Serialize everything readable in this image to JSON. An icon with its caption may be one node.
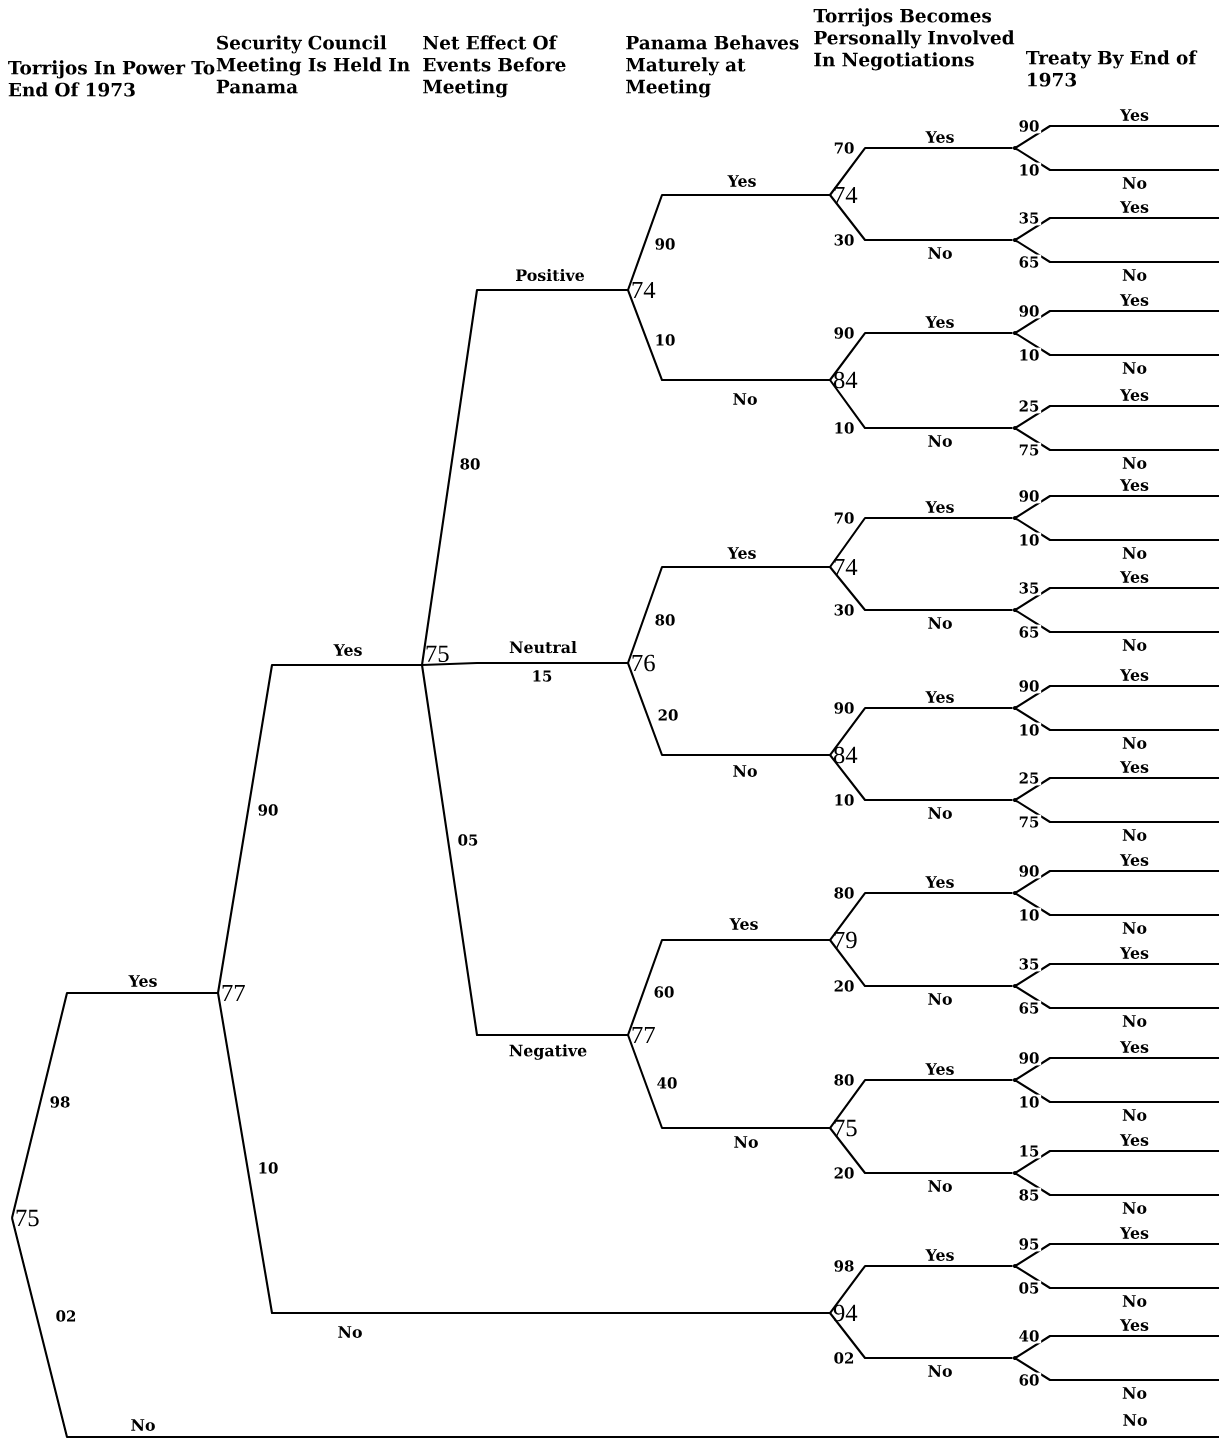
{
  "diagram": {
    "nodes": [
      {
        "text": [
          "75"
        ]
      },
      {
        "text": [
          "77"
        ]
      },
      {
        "text": [
          "75"
        ]
      },
      {
        "text": [
          "74"
        ]
      },
      {
        "text": [
          "76"
        ]
      },
      {
        "text": [
          "77"
        ]
      },
      {
        "text": [
          "74"
        ]
      },
      {
        "text": [
          "84"
        ]
      },
      {
        "text": [
          "74"
        ]
      },
      {
        "text": [
          "84"
        ]
      },
      {
        "text": [
          "79"
        ]
      },
      {
        "text": [
          "75"
        ]
      },
      {
        "text": [
          "94"
        ]
      },
      {
        "text": [],
        "shape": "point"
      },
      {
        "text": [],
        "shape": "point"
      },
      {
        "text": [],
        "shape": "point"
      },
      {
        "text": [],
        "shape": "point"
      },
      {
        "text": [],
        "shape": "point"
      },
      {
        "text": [],
        "shape": "point"
      },
      {
        "text": [],
        "shape": "point"
      },
      {
        "text": [],
        "shape": "point"
      },
      {
        "text": [],
        "shape": "point"
      },
      {
        "text": [],
        "shape": "point"
      },
      {
        "text": [],
        "shape": "point"
      },
      {
        "text": [],
        "shape": "point"
      },
      {
        "text": [],
        "shape": "point"
      },
      {
        "text": [],
        "shape": "point"
      }
    ],
    "edges": [
      {
        "from": 0,
        "to": 1,
        "arrow": "none",
        "label": "Yes"
      },
      {
        "from": 0,
        "to": null,
        "arrow": "none",
        "label": "No"
      },
      {
        "from": 1,
        "to": 2,
        "arrow": "none",
        "label": "Yes"
      },
      {
        "from": 1,
        "to": 12,
        "arrow": "none",
        "label": "No"
      },
      {
        "from": 2,
        "to": 3,
        "arrow": "none",
        "label": "Positive"
      },
      {
        "from": 2,
        "to": 4,
        "arrow": "none",
        "label": "Neutral"
      },
      {
        "from": 2,
        "to": 5,
        "arrow": "none",
        "label": "Negative"
      },
      {
        "from": 3,
        "to": 6,
        "arrow": "none",
        "label": "Yes"
      },
      {
        "from": 3,
        "to": 7,
        "arrow": "none",
        "label": "No"
      },
      {
        "from": 4,
        "to": 8,
        "arrow": "none",
        "label": "Yes"
      },
      {
        "from": 4,
        "to": 9,
        "arrow": "none",
        "label": "No"
      },
      {
        "from": 5,
        "to": 10,
        "arrow": "none",
        "label": "Yes"
      },
      {
        "from": 5,
        "to": 11,
        "arrow": "none",
        "label": "No"
      },
      {
        "from": 6,
        "to": 13,
        "arrow": "none",
        "label": "Yes"
      },
      {
        "from": 6,
        "to": 14,
        "arrow": "none",
        "label": "No"
      },
      {
        "from": 7,
        "to": 15,
        "arrow": "none",
        "label": "Yes"
      },
      {
        "from": 7,
        "to": 16,
        "arrow": "none",
        "label": "No"
      },
      {
        "from": 8,
        "to": 17,
        "arrow": "none",
        "label": "Yes"
      },
      {
        "from": 8,
        "to": 18,
        "arrow": "none",
        "label": "No"
      },
      {
        "from": 9,
        "to": 19,
        "arrow": "none",
        "label": "Yes"
      },
      {
        "from": 9,
        "to": 20,
        "arrow": "none",
        "label": "No"
      },
      {
        "from": 10,
        "to": 21,
        "arrow": "none",
        "label": "Yes"
      },
      {
        "from": 10,
        "to": 22,
        "arrow": "none",
        "label": "No"
      },
      {
        "from": 11,
        "to": 23,
        "arrow": "none",
        "label": "Yes"
      },
      {
        "from": 11,
        "to": 24,
        "arrow": "none",
        "label": "No"
      },
      {
        "from": 12,
        "to": 25,
        "arrow": "none",
        "label": "Yes"
      },
      {
        "from": 12,
        "to": 26,
        "arrow": "none",
        "label": "No"
      },
      {
        "from": 13,
        "to": null,
        "arrow": "none",
        "label": "Yes"
      },
      {
        "from": 13,
        "to": null,
        "arrow": "none",
        "label": "No"
      },
      {
        "from": 14,
        "to": null,
        "arrow": "none",
        "label": "Yes"
      },
      {
        "from": 14,
        "to": null,
        "arrow": "none",
        "label": "No"
      },
      {
        "from": 15,
        "to": null,
        "arrow": "none",
        "label": "Yes"
      },
      {
        "from": 15,
        "to": null,
        "arrow": "none",
        "label": "No"
      },
      {
        "from": 16,
        "to": null,
        "arrow": "none",
        "label": "Yes"
      },
      {
        "from": 16,
        "to": null,
        "arrow": "none",
        "label": "No"
      },
      {
        "from": 17,
        "to": null,
        "arrow": "none",
        "label": "Yes"
      },
      {
        "from": 17,
        "to": null,
        "arrow": "none",
        "label": "No"
      },
      {
        "from": 18,
        "to": null,
        "arrow": "none",
        "label": "Yes"
      },
      {
        "from": 18,
        "to": null,
        "arrow": "none",
        "label": "No"
      },
      {
        "from": 19,
        "to": null,
        "arrow": "none",
        "label": "Yes"
      },
      {
        "from": 19,
        "to": null,
        "arrow": "none",
        "label": "No"
      },
      {
        "from": 20,
        "to": null,
        "arrow": "none",
        "label": "Yes"
      },
      {
        "from": 20,
        "to": null,
        "arrow": "none",
        "label": "No"
      },
      {
        "from": 21,
        "to": null,
        "arrow": "none",
        "label": "Yes"
      },
      {
        "from": 21,
        "to": null,
        "arrow": "none",
        "label": "No"
      },
      {
        "from": 22,
        "to": null,
        "arrow": "none",
        "label": "Yes"
      },
      {
        "from": 22,
        "to": null,
        "arrow": "none",
        "label": "No"
      },
      {
        "from": 23,
        "to": null,
        "arrow": "none",
        "label": "Yes"
      },
      {
        "from": 23,
        "to": null,
        "arrow": "none",
        "label": "No"
      },
      {
        "from": 24,
        "to": null,
        "arrow": "none",
        "label": "Yes"
      },
      {
        "from": 24,
        "to": null,
        "arrow": "none",
        "label": "No"
      },
      {
        "from": 25,
        "to": null,
        "arrow": "none",
        "label": "Yes"
      },
      {
        "from": 25,
        "to": null,
        "arrow": "none",
        "label": "No"
      },
      {
        "from": 26,
        "to": null,
        "arrow": "none",
        "label": "Yes"
      },
      {
        "from": 26,
        "to": null,
        "arrow": "none",
        "label": "No"
      }
    ],
    "labels": [
      "Torrijos In Power To End Of 1973",
      "Security Council Meeting Is Held In Panama",
      "Net Effect Of Events Before Meeting",
      "Panama Behaves Maturely at Meeting",
      "Torrijos Becomes Personally Involved In Negotiations",
      "Treaty By End of 1973",
      "98",
      "02",
      "90",
      "10",
      "80",
      "15",
      "05",
      "90",
      "10",
      "80",
      "20",
      "60",
      "40",
      "70",
      "30",
      "90",
      "10",
      "70",
      "30",
      "90",
      "10",
      "80",
      "20",
      "80",
      "20",
      "98",
      "02",
      "90",
      "10",
      "35",
      "65",
      "90",
      "10",
      "25",
      "75",
      "90",
      "10",
      "35",
      "65",
      "90",
      "10",
      "25",
      "75",
      "90",
      "10",
      "35",
      "65",
      "90",
      "10",
      "15",
      "85",
      "95",
      "05",
      "40",
      "60",
      "No"
    ]
  }
}
